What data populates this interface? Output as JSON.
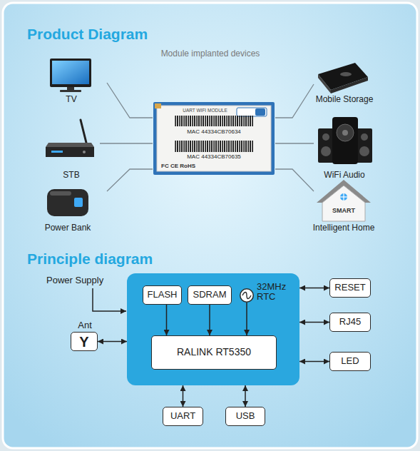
{
  "diagram": {
    "title": "Product Diagram",
    "nodes": [
      {
        "text": []
      },
      {
        "text": [
          "FLASH"
        ],
        "in": 0
      },
      {
        "text": [
          "SDRAM"
        ],
        "in": 0
      },
      {
        "text": [
          "32MHz RTC"
        ],
        "in": 0
      },
      {
        "text": [
          "RALINK RT5350"
        ],
        "in": 0
      },
      {
        "text": [
          "RESET"
        ]
      },
      {
        "text": [
          "Ant",
          "Y"
        ]
      },
      {
        "text": [
          "RJ45"
        ]
      },
      {
        "text": [
          "LED"
        ]
      },
      {
        "text": [
          "UART"
        ]
      },
      {
        "text": [
          "USB"
        ]
      }
    ],
    "edges": [
      {
        "from": 6,
        "to": 0,
        "arrow": "both"
      },
      {
        "from": 1,
        "to": 4,
        "arrow": "to"
      },
      {
        "from": 2,
        "to": 4,
        "arrow": "to"
      },
      {
        "from": 3,
        "to": 4,
        "arrow": "to"
      },
      {
        "from": 0,
        "to": 5,
        "arrow": "both"
      },
      {
        "from": 0,
        "to": 7,
        "arrow": "both"
      },
      {
        "from": 0,
        "to": 8,
        "arrow": "both"
      },
      {
        "from": 0,
        "to": 9,
        "arrow": "both"
      },
      {
        "from": 0,
        "to": 10,
        "arrow": "both"
      }
    ],
    "labels": [
      "Module implanted devices",
      "TV",
      "STB",
      "Power Bank",
      "Mobile Storage",
      "WiFi Audio",
      "SMART",
      "Intelligent Home",
      "UART WIFI MODULE",
      "MAC 44334CB70634",
      "MAC 44334CB70635",
      "FC CE RoHS",
      "Principle diagram",
      "Power Supply"
    ]
  }
}
